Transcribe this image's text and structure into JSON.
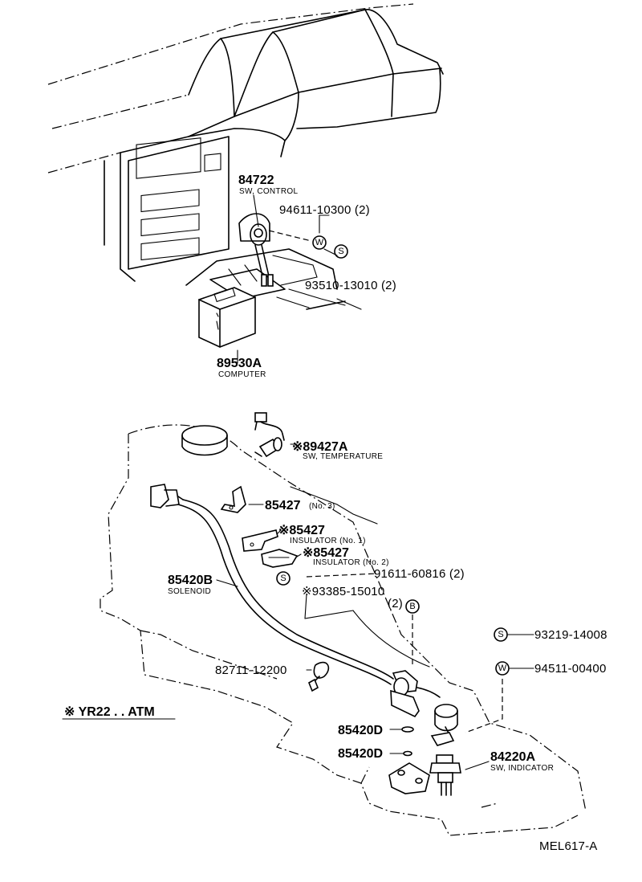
{
  "parts": {
    "p84722": {
      "number": "84722",
      "desc": "SW, CONTROL"
    },
    "p94611": {
      "number": "94611-10300 (2)"
    },
    "p93510": {
      "number": "93510-13010 (2)"
    },
    "p89530A": {
      "number": "89530A",
      "desc": "COMPUTER"
    },
    "p89427A": {
      "number": "※89427A",
      "desc": "SW, TEMPERATURE"
    },
    "p85427_3": {
      "number": "85427",
      "suffix": "(No. 3)"
    },
    "p85427_1": {
      "number": "※85427",
      "desc": "INSULATOR (No. 1)"
    },
    "p85427_2": {
      "number": "※85427",
      "desc": "INSULATOR (No. 2)"
    },
    "p85420B": {
      "number": "85420B",
      "desc": "SOLENOID"
    },
    "p91611": {
      "number": "91611-60816 (2)"
    },
    "p93385": {
      "number": "※93385-15010",
      "qty": "(2)"
    },
    "p93219": {
      "number": "93219-14008"
    },
    "p94511": {
      "number": "94511-00400"
    },
    "p82711": {
      "number": "82711-12200"
    },
    "p85420D_a": {
      "number": "85420D"
    },
    "p85420D_b": {
      "number": "85420D"
    },
    "p84220A": {
      "number": "84220A",
      "desc": "SW, INDICATOR"
    }
  },
  "symbols": {
    "washer": "W",
    "spring": "S",
    "bolt": "B"
  },
  "footnote": "※ YR22 . . ATM",
  "figure_code": "MEL617-A"
}
